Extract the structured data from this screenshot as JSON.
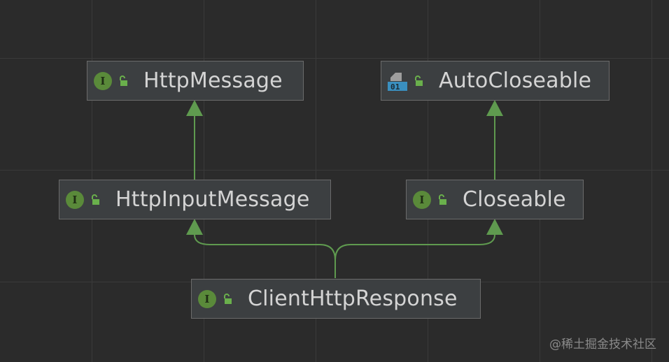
{
  "colors": {
    "background": "#2b2b2b",
    "node_fill": "#3c3f41",
    "node_border": "#6b6b6b",
    "edge": "#5f9a4f",
    "interface_badge": "#5a8a3a",
    "class_badge": "#3a8fbf"
  },
  "nodes": {
    "http_message": {
      "label": "HttpMessage",
      "kind": "interface",
      "icon": "interface-icon",
      "access_icon": "unlock-icon"
    },
    "auto_closeable": {
      "label": "AutoCloseable",
      "kind": "interface",
      "icon": "binary-interface-icon",
      "access_icon": "unlock-icon"
    },
    "http_input_message": {
      "label": "HttpInputMessage",
      "kind": "interface",
      "icon": "interface-icon",
      "access_icon": "unlock-icon"
    },
    "closeable": {
      "label": "Closeable",
      "kind": "interface",
      "icon": "interface-icon",
      "access_icon": "unlock-icon"
    },
    "client_http_response": {
      "label": "ClientHttpResponse",
      "kind": "interface",
      "icon": "interface-icon",
      "access_icon": "unlock-icon"
    }
  },
  "edges": [
    {
      "from": "http_input_message",
      "to": "http_message"
    },
    {
      "from": "closeable",
      "to": "auto_closeable"
    },
    {
      "from": "client_http_response",
      "to": "http_input_message"
    },
    {
      "from": "client_http_response",
      "to": "closeable"
    }
  ],
  "badge_letter": "I",
  "binary_icon_text": "01",
  "watermark": "@稀土掘金技术社区"
}
